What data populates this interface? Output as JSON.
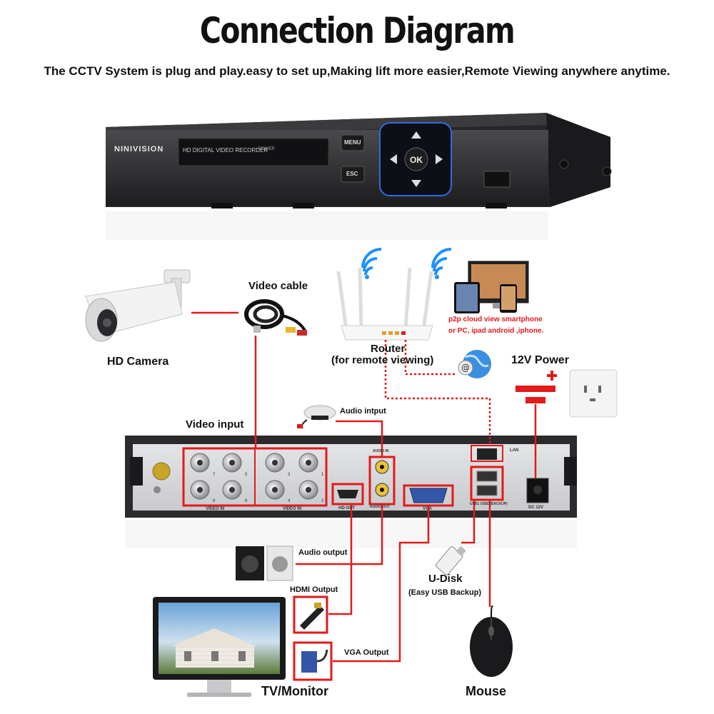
{
  "title": "Connection Diagram",
  "subtitle": "The CCTV System is plug and play.easy to set up,Making lift more easier,Remote Viewing anywhere anytime.",
  "dvr_front": {
    "brand": "NINIVISION",
    "panel_text": "HD DIGITAL VIDEO RECORDER",
    "power_text": "POWER",
    "menu_label": "MENU",
    "esc_label": "ESC",
    "ok_label": "OK"
  },
  "devices": {
    "camera": "HD Camera",
    "video_cable": "Video cable",
    "router": "Router",
    "router_note": "(for remote viewing)",
    "p2p_line1": "p2p cloud  view smartphone",
    "p2p_line2": "or PC, ipad android ,iphone.",
    "power": "12V Power",
    "video_input": "Video input",
    "audio_input": "Audio intput",
    "audio_output": "Audio output",
    "hdmi_output": "HDMI Output",
    "vga_output": "VGA Output",
    "udisk": "U-Disk",
    "udisk_note": "(Easy USB Backup)",
    "monitor": "TV/Monitor",
    "mouse": "Mouse"
  },
  "dvr_back": {
    "video_in": "VIDEO IN",
    "audio_in": "AUDIO IN",
    "audio_out": "AUDIO OUT",
    "hd_out": "HD-OUT",
    "vga": "VGA",
    "lan": "LAN",
    "usb": "USB1  USB2(BACKUP)",
    "dc": "DC 12V",
    "bnc_numbers": [
      "7",
      "5",
      "3",
      "1",
      "8",
      "6",
      "4",
      "2"
    ]
  },
  "colors": {
    "connector": "#e21a1a",
    "dvr_body": "#2b2b2d",
    "button_blue": "#2f6be0"
  }
}
